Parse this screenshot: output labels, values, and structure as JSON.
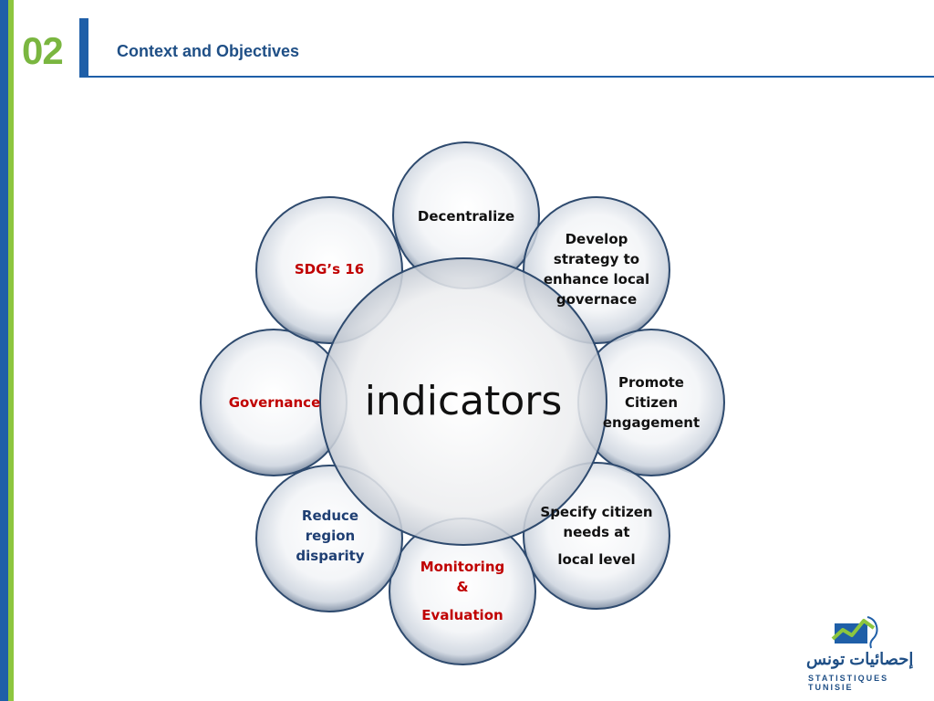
{
  "header": {
    "section_number": "02",
    "title": "Context and Objectives"
  },
  "diagram": {
    "center": "indicators",
    "nodes": {
      "decentralize": "Decentralize",
      "develop": "Develop strategy to enhance local governace",
      "promote": "Promote Citizen engagement",
      "specify_line1": "Specify citizen needs at",
      "specify_line2": "local level",
      "monitoring_line1": "Monitoring &",
      "monitoring_line2": "Evaluation",
      "reduce": "Reduce region disparity",
      "governance": "Governance",
      "sdg": "SDG’s 16"
    }
  },
  "logo": {
    "arabic": "إحصائيات تونس",
    "latin": "STATISTIQUES TUNISIE"
  },
  "colors": {
    "brand_blue": "#1f5fa8",
    "brand_green": "#8dc63f",
    "red_label": "#c00000",
    "blue_label": "#1f3f73",
    "circle_edge": "#2e4a6e"
  }
}
